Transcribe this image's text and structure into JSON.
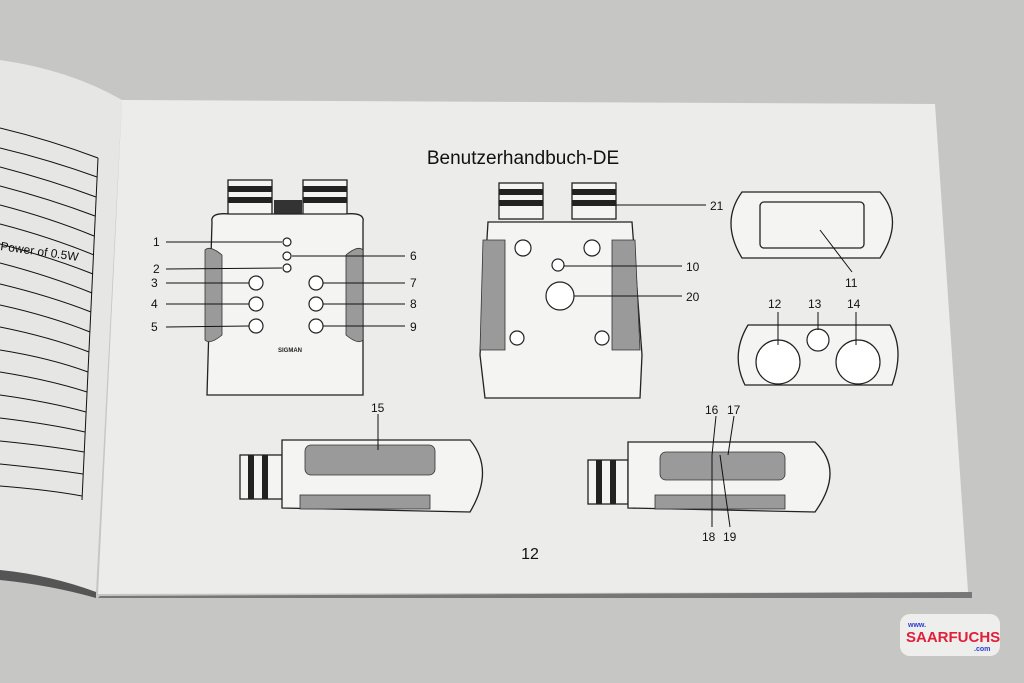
{
  "page": {
    "title": "Benutzerhandbuch-DE",
    "page_number": "12",
    "left_page_text": "Power of 0.5W",
    "callouts": [
      "1",
      "2",
      "3",
      "4",
      "5",
      "6",
      "7",
      "8",
      "9",
      "10",
      "11",
      "12",
      "13",
      "14",
      "15",
      "16",
      "17",
      "18",
      "19",
      "20",
      "21"
    ],
    "device_logo": "SIGMAN"
  },
  "watermark": {
    "prefix": "www.",
    "name": "SAARFUCHS",
    "suffix": ".com",
    "name_color": "#e0203a",
    "accent_color": "#2a3ad0"
  }
}
